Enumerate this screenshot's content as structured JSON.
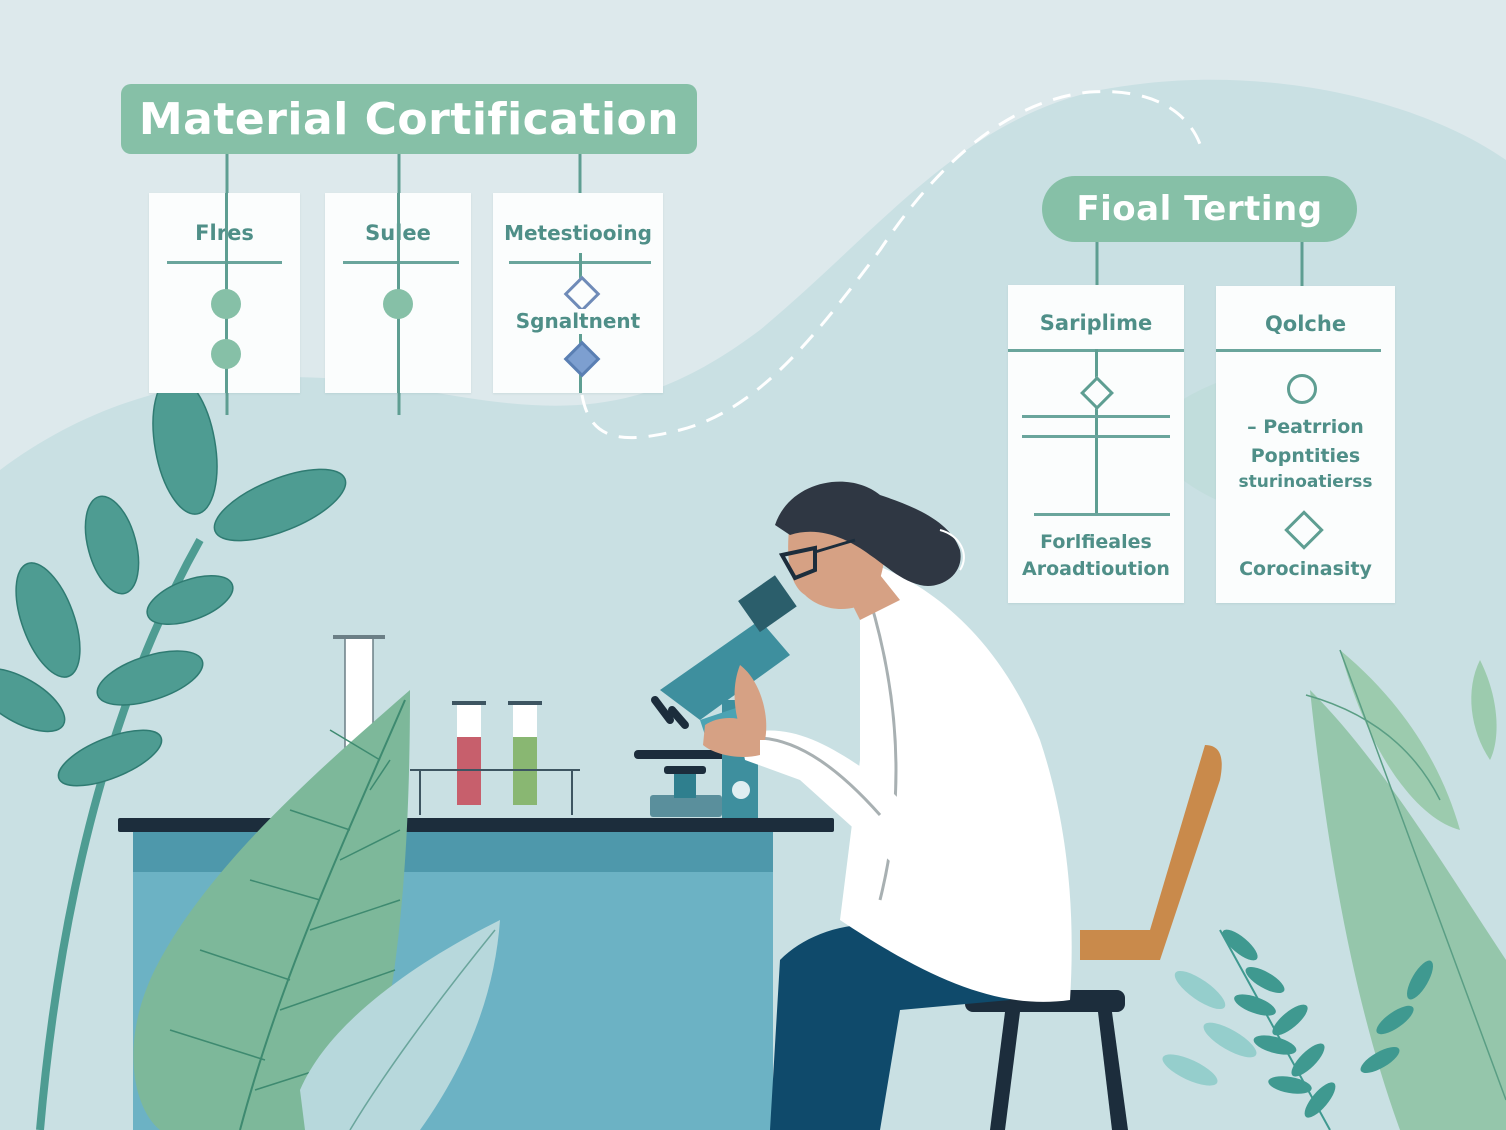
{
  "illustration": {
    "subject": "scientist-at-microscope",
    "colors": {
      "background": "#dde9ec",
      "wave": "#c9e0e3",
      "pill": "#86c0a7",
      "pill_text": "#ffffff",
      "card": "#fbfdfd",
      "card_text": "#4f8f88",
      "connector": "#5e9e92",
      "accent_blue": "#6f95c9",
      "bench_top": "#1c2d3c",
      "bench_body": "#6cb2c4",
      "microscope": "#3e8f9e",
      "coat": "#ffffff",
      "pants": "#0f4a6b",
      "chair": "#c98a4b",
      "hair": "#2f3743",
      "skin": "#d6a184",
      "leaf_dark": "#4e9c92",
      "leaf_light": "#8fc3a4",
      "tube_red": "#c75f6c",
      "tube_green": "#89b772"
    }
  },
  "diagram": {
    "left_group": {
      "title": "Material Cortification",
      "cards": [
        {
          "label": "Flres",
          "markers": [
            "circle",
            "circle"
          ]
        },
        {
          "label": "Sulee",
          "markers": [
            "circle"
          ]
        },
        {
          "label": "Metestiooing",
          "markers": [
            "diamond-outline",
            "diamond-filled"
          ],
          "sub_label": "Sgnaltnent"
        }
      ]
    },
    "right_group": {
      "title": "Fioal Terting",
      "cards": [
        {
          "label": "Sariplime",
          "markers": [
            "diamond-outline"
          ],
          "footer_lines": [
            "Forlfieales",
            "Aroadtioution"
          ]
        },
        {
          "label": "Qolche",
          "markers": [
            "circle-ring",
            "diamond-outline"
          ],
          "body_lines": [
            "– Peatrrion",
            "Popntities",
            "sturinoatierss"
          ],
          "footer_lines": [
            "Corocinasity"
          ]
        }
      ]
    },
    "connector": {
      "style": "dashed",
      "from": "left_group",
      "to": "right_group"
    }
  }
}
